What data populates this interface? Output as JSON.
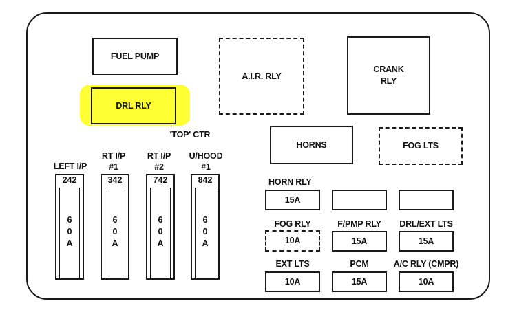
{
  "relays": {
    "fuel_pump": "FUEL PUMP",
    "air_rly": "A.I.R. RLY",
    "crank_rly": "CRANK\nRLY",
    "drl_rly": "DRL RLY",
    "horns": "HORNS",
    "fog_lts": "FOG LTS"
  },
  "highlight_color": "#ffff33",
  "maxi_fuses": {
    "group_caption": "'TOP' CTR",
    "items": [
      {
        "label": "LEFT I/P",
        "code": "242",
        "amp": [
          "6",
          "0",
          "A"
        ]
      },
      {
        "label": "RT I/P\n#1",
        "code": "342",
        "amp": [
          "6",
          "0",
          "A"
        ]
      },
      {
        "label": "RT I/P\n#2",
        "code": "742",
        "amp": [
          "6",
          "0",
          "A"
        ]
      },
      {
        "label": "U/HOOD\n#1",
        "code": "842",
        "amp": [
          "6",
          "0",
          "A"
        ]
      }
    ]
  },
  "mini_fuses": [
    {
      "label": "HORN RLY",
      "value": "15A"
    },
    {
      "label": "",
      "value": ""
    },
    {
      "label": "",
      "value": ""
    },
    {
      "label": "FOG RLY",
      "value": "10A"
    },
    {
      "label": "F/PMP RLY",
      "value": "15A"
    },
    {
      "label": "DRL/EXT LTS",
      "value": "15A"
    },
    {
      "label": "EXT LTS",
      "value": "10A"
    },
    {
      "label": "PCM",
      "value": "15A"
    },
    {
      "label": "A/C RLY (CMPR)",
      "value": "10A"
    }
  ]
}
